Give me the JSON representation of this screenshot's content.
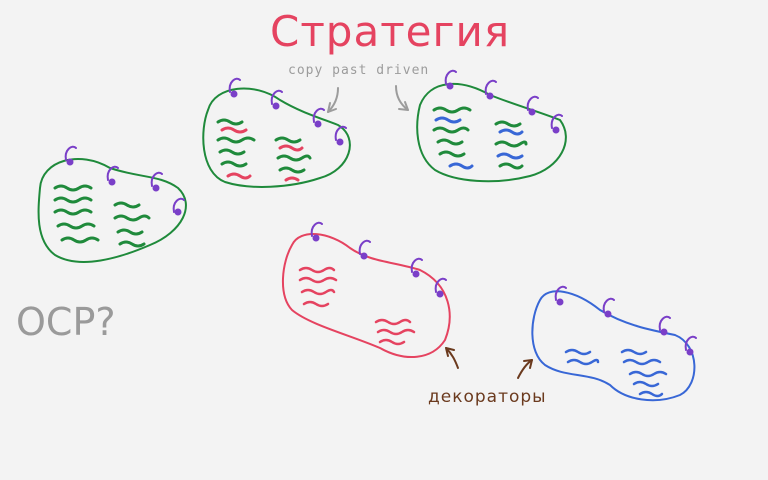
{
  "diagram": {
    "title": "Стратегия",
    "subtitle": "copy past driven",
    "ocp_label": "OCP?",
    "decorators_label": "декораторы"
  },
  "colors": {
    "background": "#f3f3f3",
    "green": "#1f8a3b",
    "red": "#e54360",
    "blue": "#3867d6",
    "purple": "#7a3fc8",
    "gray": "#9c9c9c",
    "brown": "#6b3a1e"
  }
}
